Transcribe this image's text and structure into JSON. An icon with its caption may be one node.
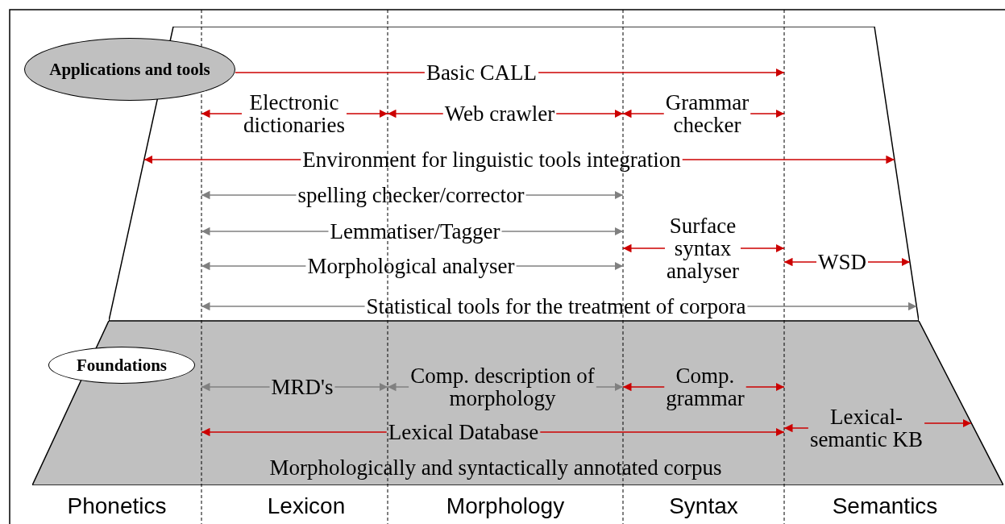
{
  "diagram": {
    "nodes": [
      {
        "text": [],
        "shape": "trapezoid"
      },
      {
        "text": [
          "Applications and tools"
        ]
      },
      {
        "text": [
          "Basic CALL"
        ],
        "in": 0
      },
      {
        "text": [
          "Electronic dictionaries"
        ],
        "in": 0
      },
      {
        "text": [
          "Web crawler"
        ],
        "in": 0
      },
      {
        "text": [
          "Grammar checker"
        ],
        "in": 0
      },
      {
        "text": [
          "Environment for linguistic tools integration"
        ],
        "in": 0
      },
      {
        "text": [
          "spelling checker/corrector"
        ],
        "in": 0
      },
      {
        "text": [
          "Lemmatiser/Tagger"
        ],
        "in": 0
      },
      {
        "text": [
          "Surface syntax analyser"
        ],
        "in": 0
      },
      {
        "text": [
          "Morphological analyser"
        ],
        "in": 0
      },
      {
        "text": [
          "WSD"
        ],
        "in": 0
      },
      {
        "text": [
          "Statistical tools for the treatment of corpora"
        ],
        "in": 0
      },
      {
        "text": [],
        "shape": "trapezoid"
      },
      {
        "text": [
          "Foundations"
        ],
        "in": 13
      },
      {
        "text": [
          "MRD's"
        ],
        "in": 13
      },
      {
        "text": [
          "Comp. description of morphology"
        ],
        "in": 13
      },
      {
        "text": [
          "Comp. grammar"
        ],
        "in": 13
      },
      {
        "text": [
          "Lexical Database"
        ],
        "in": 13
      },
      {
        "text": [
          "Lexical-semantic KB"
        ],
        "in": 13
      },
      {
        "text": [
          "Morphologically and syntactically annotated corpus"
        ],
        "in": 13
      },
      {
        "text": [],
        "shape": "line"
      },
      {
        "text": [],
        "shape": "line"
      },
      {
        "text": [],
        "shape": "line"
      },
      {
        "text": [],
        "shape": "line"
      }
    ],
    "edges": [
      {
        "from": 2,
        "to": 1,
        "arrow": "none"
      },
      {
        "from": 2,
        "to": 24,
        "arrow": "to"
      },
      {
        "from": 3,
        "to": 21,
        "arrow": "to"
      },
      {
        "from": 3,
        "to": 22,
        "arrow": "to"
      },
      {
        "from": 4,
        "to": 22,
        "arrow": "to"
      },
      {
        "from": 4,
        "to": 23,
        "arrow": "to"
      },
      {
        "from": 5,
        "to": 23,
        "arrow": "to"
      },
      {
        "from": 5,
        "to": 24,
        "arrow": "to"
      },
      {
        "from": 6,
        "to": 0,
        "arrow": "to"
      },
      {
        "from": 6,
        "to": 0,
        "arrow": "to"
      },
      {
        "from": 7,
        "to": 21,
        "arrow": "to",
        "color": "#808080"
      },
      {
        "from": 7,
        "to": 23,
        "arrow": "to",
        "color": "#808080"
      },
      {
        "from": 8,
        "to": 21,
        "arrow": "to",
        "color": "#808080"
      },
      {
        "from": 8,
        "to": 23,
        "arrow": "to",
        "color": "#808080"
      },
      {
        "from": 9,
        "to": 23,
        "arrow": "to"
      },
      {
        "from": 9,
        "to": 24,
        "arrow": "to"
      },
      {
        "from": 10,
        "to": 21,
        "arrow": "to",
        "color": "#808080"
      },
      {
        "from": 10,
        "to": 23,
        "arrow": "to",
        "color": "#808080"
      },
      {
        "from": 11,
        "to": 24,
        "arrow": "to"
      },
      {
        "from": 11,
        "to": 0,
        "arrow": "to"
      },
      {
        "from": 12,
        "to": 21,
        "arrow": "to",
        "color": "#808080"
      },
      {
        "from": 12,
        "to": 0,
        "arrow": "to",
        "color": "#808080"
      },
      {
        "from": 15,
        "to": 21,
        "arrow": "to",
        "color": "#808080"
      },
      {
        "from": 15,
        "to": 22,
        "arrow": "to",
        "color": "#808080"
      },
      {
        "from": 16,
        "to": 22,
        "arrow": "to",
        "color": "#808080"
      },
      {
        "from": 16,
        "to": 23,
        "arrow": "to",
        "color": "#808080"
      },
      {
        "from": 17,
        "to": 23,
        "arrow": "to"
      },
      {
        "from": 17,
        "to": 24,
        "arrow": "to"
      },
      {
        "from": 18,
        "to": 21,
        "arrow": "to"
      },
      {
        "from": 18,
        "to": 24,
        "arrow": "to"
      },
      {
        "from": 19,
        "to": 24,
        "arrow": "to"
      },
      {
        "from": 19,
        "to": null,
        "arrow": "to"
      }
    ],
    "labels": [
      "Phonetics",
      "Lexicon",
      "Morphology",
      "Syntax",
      "Semantics"
    ]
  }
}
